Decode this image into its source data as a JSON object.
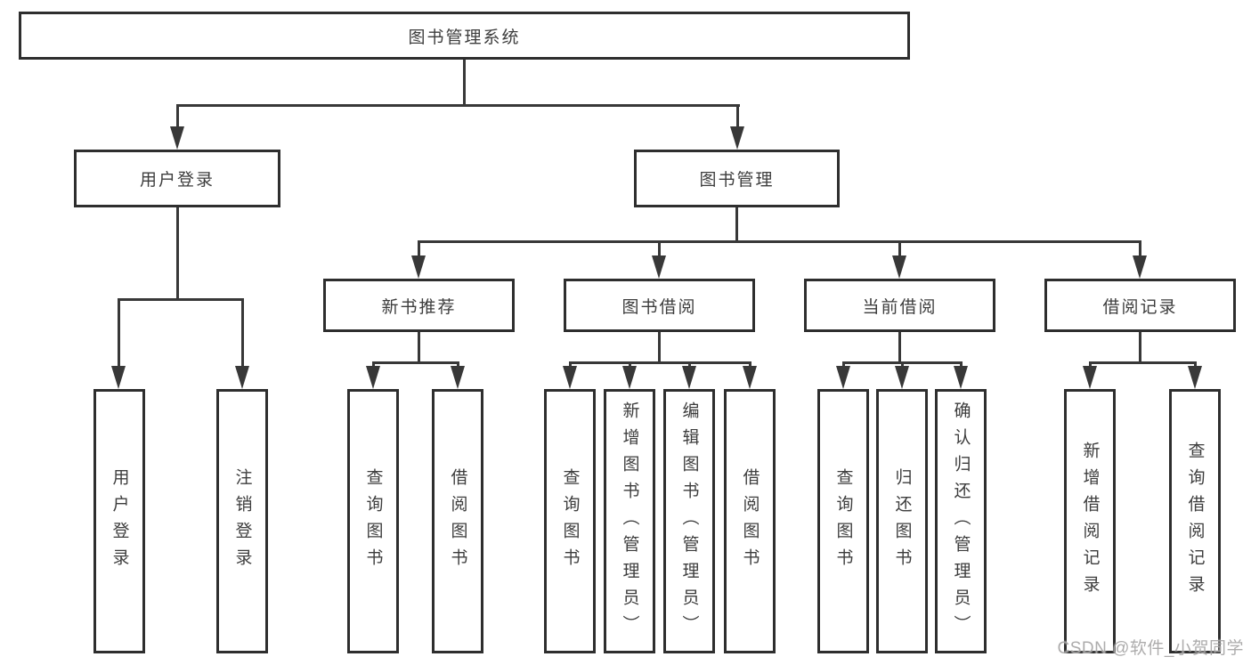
{
  "tree": {
    "label": "图书管理系统",
    "children": [
      {
        "label": "用户登录",
        "children": [
          {
            "label": "用户登录"
          },
          {
            "label": "注销登录"
          }
        ]
      },
      {
        "label": "图书管理",
        "children": [
          {
            "label": "新书推荐",
            "children": [
              {
                "label": "查询图书"
              },
              {
                "label": "借阅图书"
              }
            ]
          },
          {
            "label": "图书借阅",
            "children": [
              {
                "label": "查询图书"
              },
              {
                "label": "新增图书（管理员）"
              },
              {
                "label": "编辑图书（管理员）"
              },
              {
                "label": "借阅图书"
              }
            ]
          },
          {
            "label": "当前借阅",
            "children": [
              {
                "label": "查询图书"
              },
              {
                "label": "归还图书"
              },
              {
                "label": "确认归还（管理员）"
              }
            ]
          },
          {
            "label": "借阅记录",
            "children": [
              {
                "label": "新增借阅记录"
              },
              {
                "label": "查询借阅记录"
              }
            ]
          }
        ]
      }
    ]
  },
  "watermark": {
    "text": "CSDN @软件_小贺同学",
    "color": "#b0aeae"
  },
  "colors": {
    "box_border": "#2e2e2e",
    "connector": "#383838",
    "text": "#3d3d3d",
    "background": "#ffffff"
  }
}
